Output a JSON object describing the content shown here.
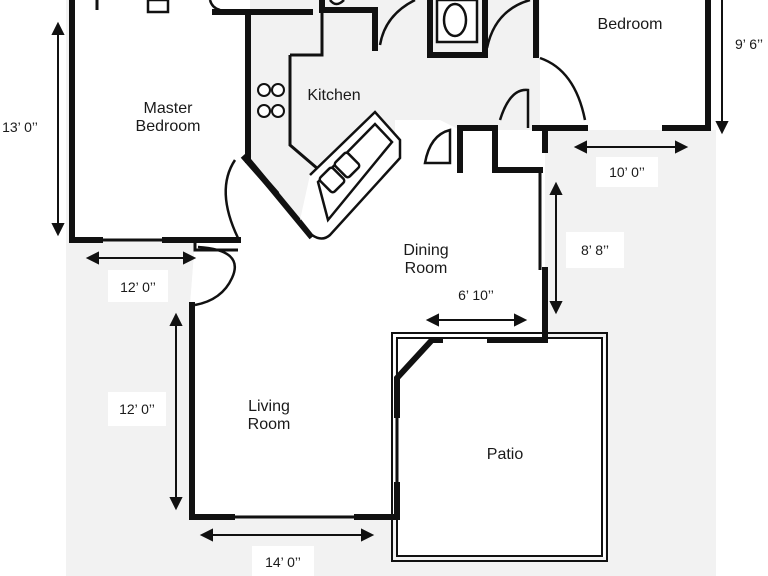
{
  "rooms": {
    "master_bedroom": [
      "Master",
      "Bedroom"
    ],
    "kitchen": "Kitchen",
    "bedroom": "Bedroom",
    "dining_room": [
      "Dining",
      "Room"
    ],
    "living_room": [
      "Living",
      "Room"
    ],
    "patio": "Patio"
  },
  "dimensions": {
    "master_height": "13’ 0’’",
    "master_width": "12’ 0’’",
    "bedroom_height": "9’ 6’’",
    "bedroom_width": "10’ 0’’",
    "dining_height": "8’ 8’’",
    "dining_width": "6’ 10’’",
    "living_height": "12’ 0’’",
    "living_width": "14’ 0’’"
  },
  "colors": {
    "wall": "#111111",
    "background": "#f2f2f2",
    "paper": "#ffffff"
  }
}
